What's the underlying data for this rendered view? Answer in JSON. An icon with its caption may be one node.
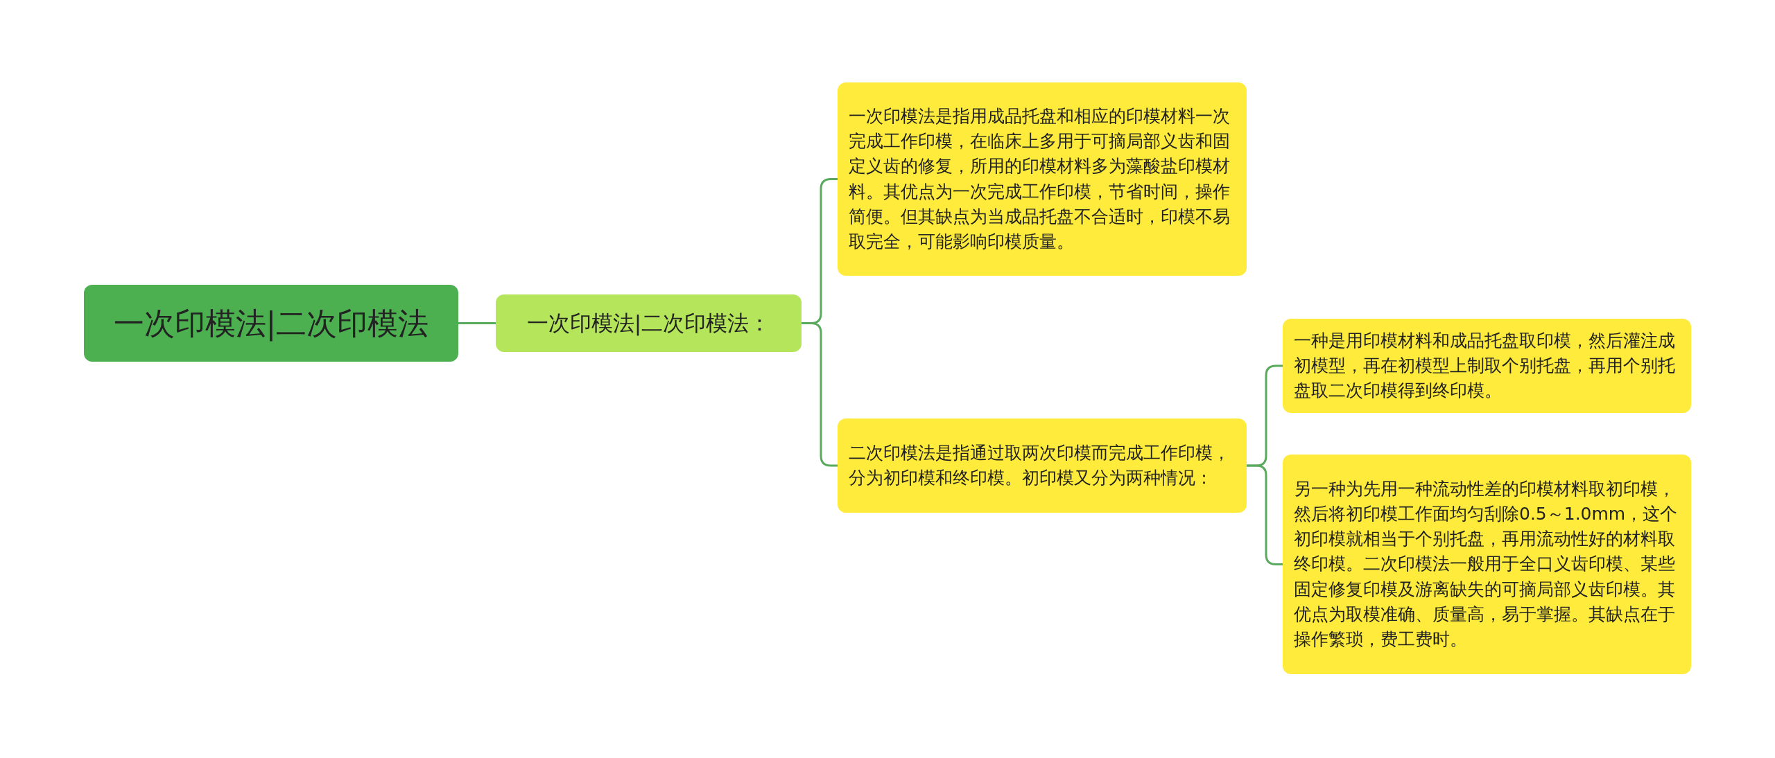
{
  "diagram": {
    "nodes": [
      {
        "text": [
          "一次印模法|二次印模法"
        ]
      },
      {
        "text": [
          "一次印模法|二次印模法："
        ]
      },
      {
        "text": [
          "一次印模法是指用成品托盘和相应的印模材料一次完成工作印模，在临床上多用于可摘局部义齿和固定义齿的修复，所用的印模材料多为藻酸盐印模材料。其优点为一次完成工作印模，节省时间，操作简便。但其缺点为当成品托盘不合适时，印模不易取完全，可能影响印模质量。"
        ]
      },
      {
        "text": [
          "二次印模法是指通过取两次印模而完成工作印模，分为初印模和终印模。初印模又分为两种情况："
        ]
      },
      {
        "text": [
          "一种是用印模材料和成品托盘取印模，然后灌注成初模型，再在初模型上制取个别托盘，再用个别托盘取二次印模得到终印模。"
        ]
      },
      {
        "text": [
          "另一种为先用一种流动性差的印模材料取初印模，然后将初印模工作面均匀刮除0.5～1.0mm，这个初印模就相当于个别托盘，再用流动性好的材料取终印模。二次印模法一般用于全口义齿印模、某些固定修复印模及游离缺失的可摘局部义齿印模。其优点为取模准确、质量高，易于掌握。其缺点在于操作繁琐，费工费时。"
        ]
      }
    ],
    "edges": [
      {
        "from": 0,
        "to": 1,
        "arrow": "none"
      },
      {
        "from": 1,
        "to": 2,
        "arrow": "none"
      },
      {
        "from": 1,
        "to": 3,
        "arrow": "none"
      },
      {
        "from": 3,
        "to": 4,
        "arrow": "none"
      },
      {
        "from": 3,
        "to": 5,
        "arrow": "none"
      }
    ]
  }
}
